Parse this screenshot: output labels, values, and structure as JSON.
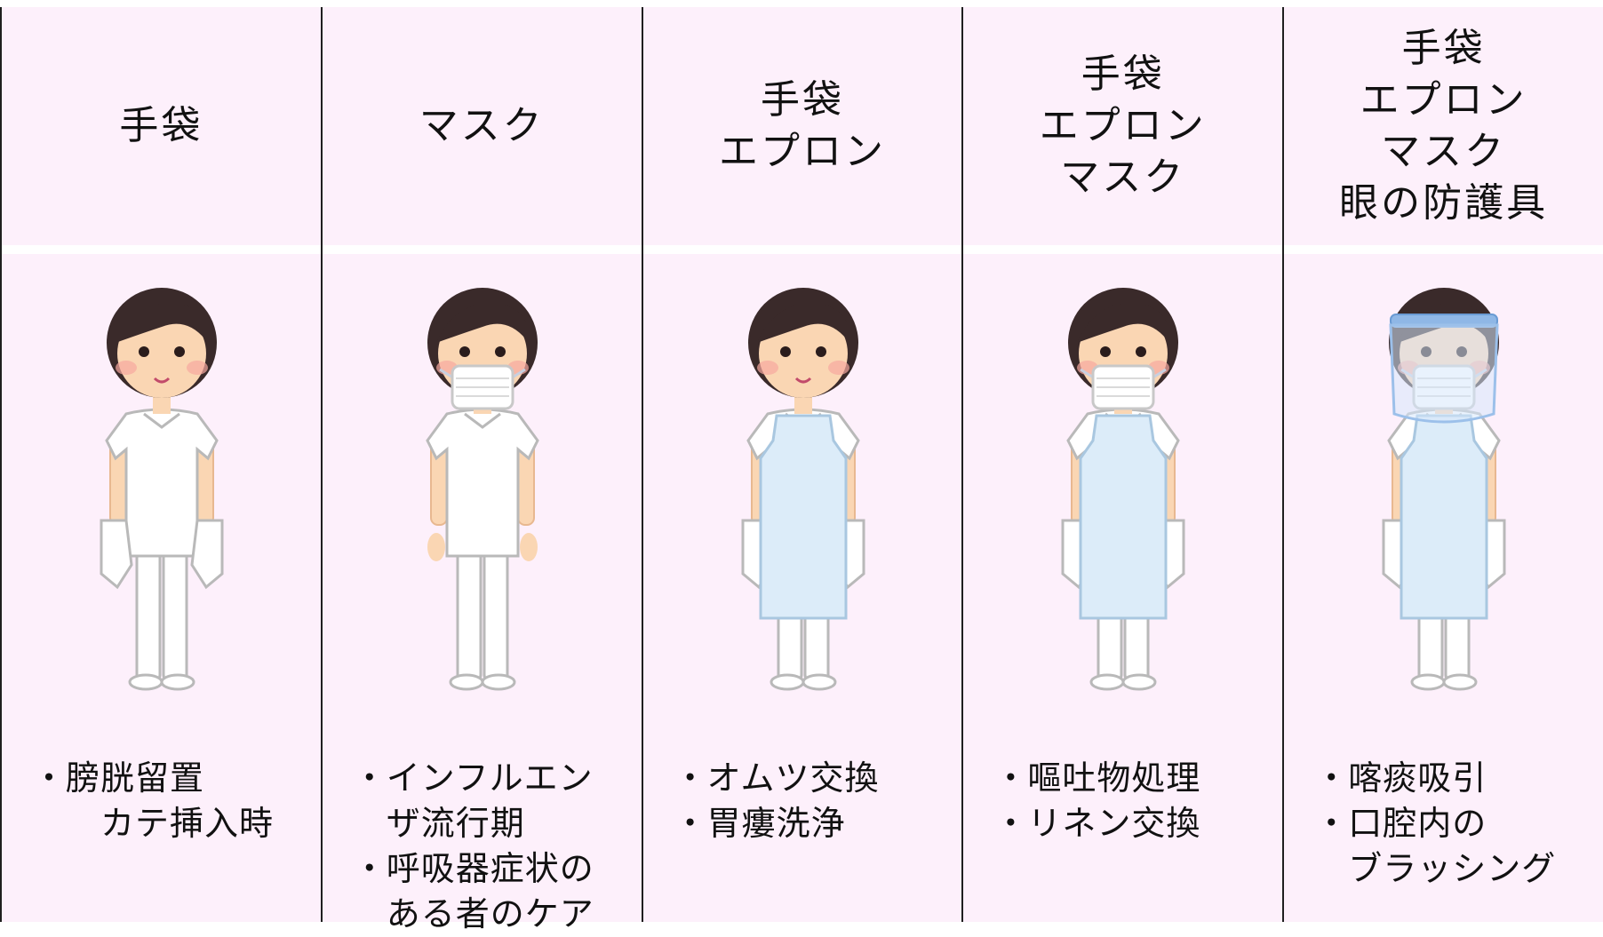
{
  "columns": [
    {
      "header": [
        "手袋"
      ],
      "ppe": {
        "mask": false,
        "apron": false,
        "gloves": true,
        "shield": false
      },
      "notes": [
        "膀胱留置\n　カテ挿入時"
      ]
    },
    {
      "header": [
        "マスク"
      ],
      "ppe": {
        "mask": true,
        "apron": false,
        "gloves": false,
        "shield": false
      },
      "notes": [
        "インフルエン\nザ流行期",
        "呼吸器症状の\nある者のケア"
      ]
    },
    {
      "header": [
        "手袋",
        "エプロン"
      ],
      "ppe": {
        "mask": false,
        "apron": true,
        "gloves": true,
        "shield": false
      },
      "notes": [
        "オムツ交換",
        "胃瘻洗浄"
      ]
    },
    {
      "header": [
        "手袋",
        "エプロン",
        "マスク"
      ],
      "ppe": {
        "mask": true,
        "apron": true,
        "gloves": true,
        "shield": false
      },
      "notes": [
        "嘔吐物処理",
        "リネン交換"
      ]
    },
    {
      "header": [
        "手袋",
        "エプロン",
        "マスク",
        "眼の防護具"
      ],
      "ppe": {
        "mask": true,
        "apron": true,
        "gloves": true,
        "shield": true
      },
      "notes": [
        "喀痰吸引",
        "口腔内の\nブラッシング"
      ]
    }
  ],
  "bullet_char": "・",
  "colors": {
    "cell_bg": "#fdf0fb",
    "grid": "#1f1f1f",
    "hair": "#3a2a2a",
    "skin": "#fad6b3",
    "apron": "#dcecf9",
    "uniform": "#ffffff"
  }
}
